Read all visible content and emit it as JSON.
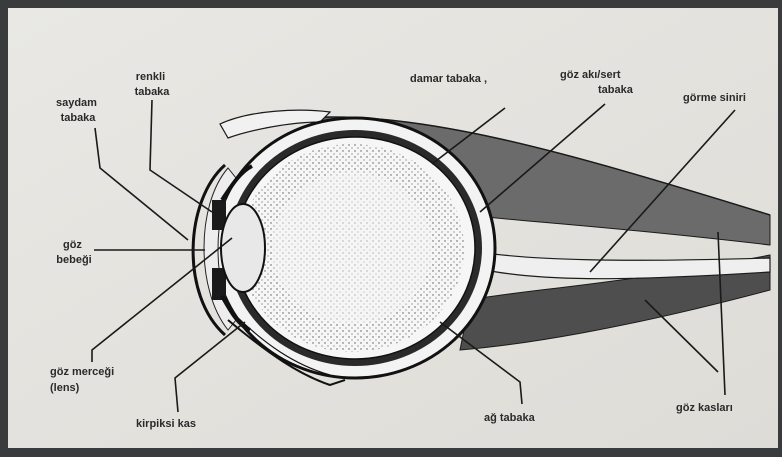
{
  "diagram": {
    "labels": {
      "saydam_tabaka": [
        "saydam",
        "tabaka"
      ],
      "renkli_tabaka": [
        "renkli",
        "tabaka"
      ],
      "damar_tabaka": [
        "damar tabaka ,"
      ],
      "goz_aki": [
        "göz akı/sert",
        "tabaka"
      ],
      "gorme_siniri": [
        "görme siniri"
      ],
      "goz_bebegi": [
        "göz",
        "bebeği"
      ],
      "goz_mercegi": [
        "göz merceği",
        "(lens)"
      ],
      "kirpiksi_kas": [
        "kirpiksi kas"
      ],
      "ag_tabaka": [
        "ağ tabaka"
      ],
      "goz_kaslari": [
        "göz kasları"
      ]
    }
  }
}
